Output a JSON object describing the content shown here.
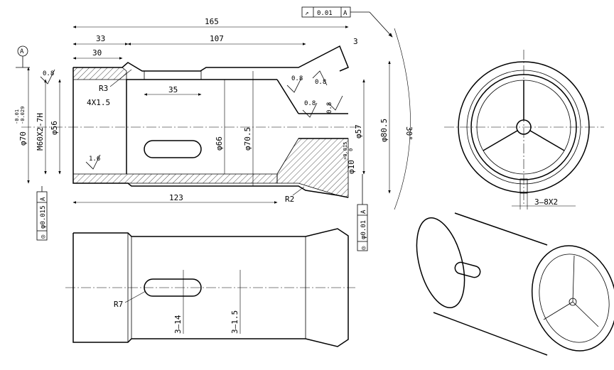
{
  "dimensions": {
    "overall_length": "165",
    "len_33": "33",
    "len_107": "107",
    "len_30": "30",
    "len_3": "3",
    "len_35": "35",
    "len_123": "123",
    "radius_r3": "R3",
    "radius_r2": "R2",
    "radius_r7": "R7",
    "chamfer": "4X1.5",
    "thread": "M60X2-7H",
    "dia_56": "φ56",
    "dia_70_base": "φ70",
    "dia_70_tol_upper": "-0.01",
    "dia_70_tol_lower": "-0.029",
    "dia_66": "φ66",
    "dia_70_5": "φ70.5",
    "dia_57": "φ57",
    "dia_80_5": "φ80.5",
    "dia_10_base": "φ10",
    "dia_10_tol_upper": "+0.015",
    "dia_10_tol_lower": "0",
    "angle_30": "30°",
    "slot_3_14": "3–14",
    "slot_3_15": "3–1.5",
    "slot_3_8x2": "3–8X2"
  },
  "roughness": {
    "r1": "0.8",
    "r2": "0.8",
    "r3": "0.8",
    "r4": "0.8",
    "r5": "0.8",
    "r6": "1.6"
  },
  "tolerances": {
    "runout_symbol": "↗",
    "runout_value": "0.01",
    "runout_datum": "A",
    "conc_left_value": "φ0.015",
    "conc_left_datum": "A",
    "conc_right_value": "φ0.01",
    "conc_right_datum": "A",
    "datum_label": "A",
    "conc_symbol": "◎"
  }
}
